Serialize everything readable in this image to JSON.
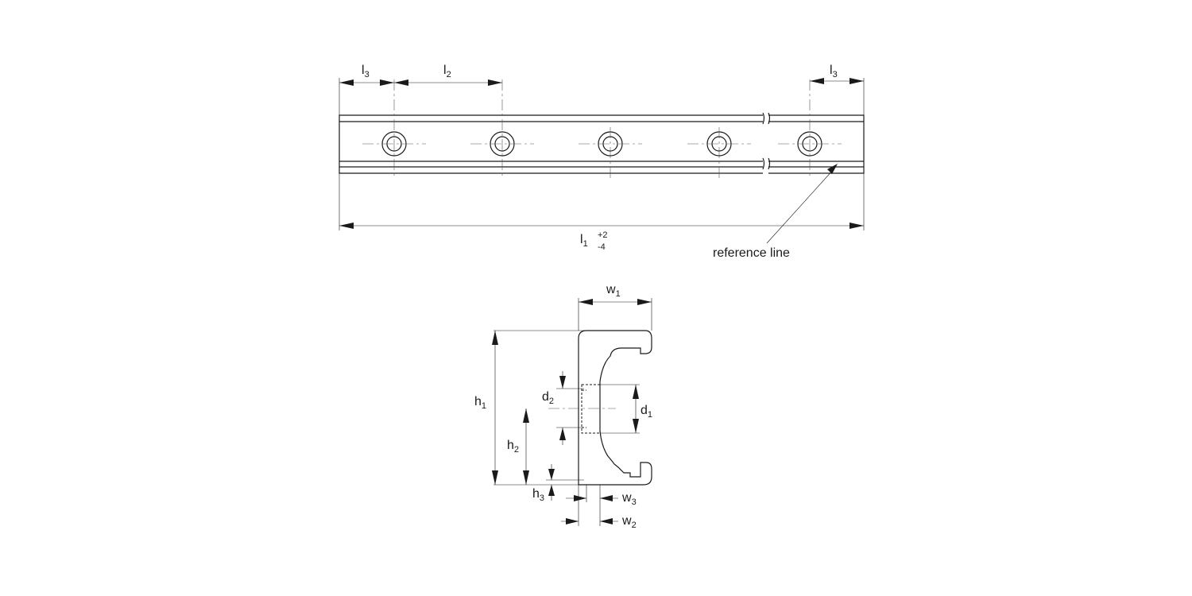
{
  "top_view": {
    "labels": {
      "l3_left": {
        "main": "l",
        "sub": "3"
      },
      "l2": {
        "main": "l",
        "sub": "2"
      },
      "l3_right": {
        "main": "l",
        "sub": "3"
      },
      "l1": {
        "main": "l",
        "sub": "1",
        "tol_plus": "+2",
        "tol_minus": "-4"
      },
      "reference_line": "reference line"
    }
  },
  "section_view": {
    "labels": {
      "w1": {
        "main": "w",
        "sub": "1"
      },
      "h1": {
        "main": "h",
        "sub": "1"
      },
      "d2": {
        "main": "d",
        "sub": "2"
      },
      "d1": {
        "main": "d",
        "sub": "1"
      },
      "h2": {
        "main": "h",
        "sub": "2"
      },
      "h3": {
        "main": "h",
        "sub": "3"
      },
      "w3": {
        "main": "w",
        "sub": "3"
      },
      "w2": {
        "main": "w",
        "sub": "2"
      }
    }
  }
}
